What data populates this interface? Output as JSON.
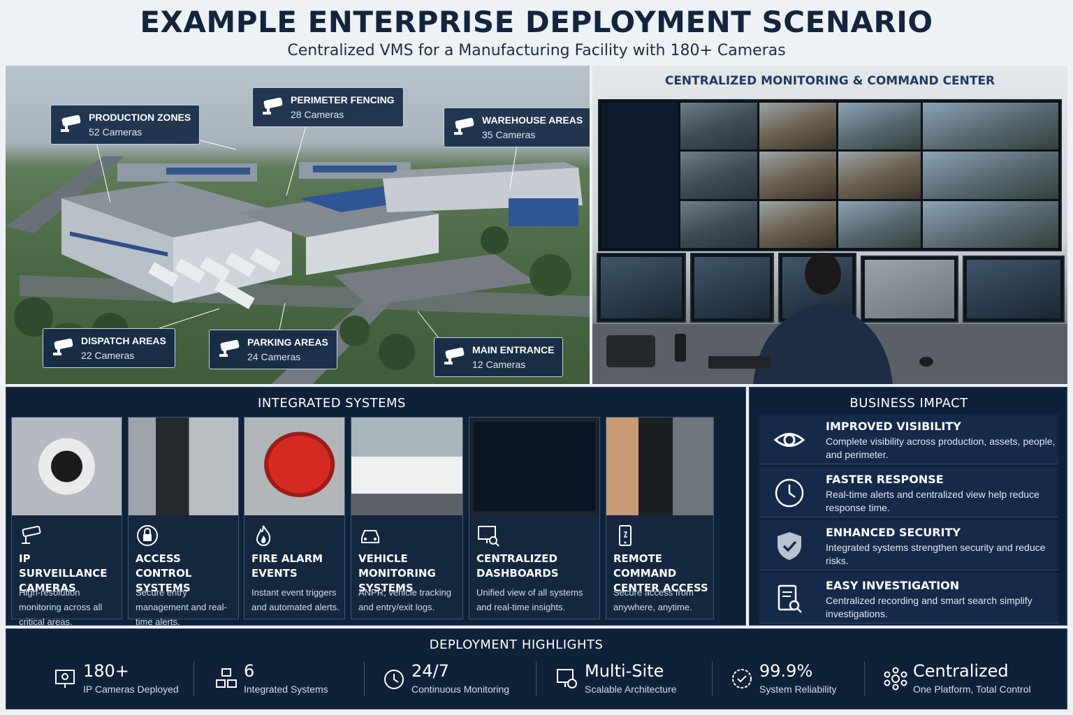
{
  "header": {
    "title": "EXAMPLE ENTERPRISE DEPLOYMENT SCENARIO",
    "subtitle": "Centralized VMS for a Manufacturing Facility with 180+ Cameras"
  },
  "aerial": {
    "callouts": [
      {
        "title": "PRODUCTION ZONES",
        "count": "52 Cameras"
      },
      {
        "title": "PERIMETER FENCING",
        "count": "28 Cameras"
      },
      {
        "title": "WAREHOUSE AREAS",
        "count": "35 Cameras"
      },
      {
        "title": "DISPATCH AREAS",
        "count": "22 Cameras"
      },
      {
        "title": "PARKING AREAS",
        "count": "24 Cameras"
      },
      {
        "title": "MAIN ENTRANCE",
        "count": "12 Cameras"
      }
    ]
  },
  "command_center": {
    "title": "CENTRALIZED MONITORING & COMMAND CENTER"
  },
  "integrated": {
    "title": "INTEGRATED SYSTEMS",
    "cards": [
      {
        "icon": "cctv-icon",
        "title": "IP SURVEILLANCE CAMERAS",
        "desc": "High-resolution monitoring across all critical areas."
      },
      {
        "icon": "lock-icon",
        "title": "ACCESS CONTROL SYSTEMS",
        "desc": "Secure entry management and real-time alerts."
      },
      {
        "icon": "flame-icon",
        "title": "FIRE ALARM EVENTS",
        "desc": "Instant event triggers and automated alerts."
      },
      {
        "icon": "car-icon",
        "title": "VEHICLE MONITORING SYSTEMS",
        "desc": "ANPR, vehicle tracking and entry/exit logs."
      },
      {
        "icon": "monitor-search-icon",
        "title": "CENTRALIZED DASHBOARDS",
        "desc": "Unified view of all systems and real-time insights."
      },
      {
        "icon": "smartphone-icon",
        "title": "REMOTE COMMAND CENTER ACCESS",
        "desc": "Secure access from anywhere, anytime."
      }
    ]
  },
  "business": {
    "title": "BUSINESS IMPACT",
    "items": [
      {
        "icon": "eye-icon",
        "title": "IMPROVED VISIBILITY",
        "desc": "Complete visibility across production, assets, people, and perimeter."
      },
      {
        "icon": "clock-icon",
        "title": "FASTER RESPONSE",
        "desc": "Real-time alerts and centralized view help reduce response time."
      },
      {
        "icon": "shield-check-icon",
        "title": "ENHANCED SECURITY",
        "desc": "Integrated systems strengthen security and reduce risks."
      },
      {
        "icon": "document-search-icon",
        "title": "EASY INVESTIGATION",
        "desc": "Centralized recording and smart search simplify investigations."
      }
    ]
  },
  "deployment": {
    "title": "DEPLOYMENT HIGHLIGHTS",
    "stats": [
      {
        "icon": "camera-monitor-icon",
        "value": "180+",
        "label": "IP Cameras Deployed"
      },
      {
        "icon": "network-cubes-icon",
        "value": "6",
        "label": "Integrated Systems"
      },
      {
        "icon": "timer-icon",
        "value": "24/7",
        "label": "Continuous Monitoring"
      },
      {
        "icon": "multisite-icon",
        "value": "Multi-Site",
        "label": "Scalable Architecture"
      },
      {
        "icon": "check-badge-icon",
        "value": "99.9%",
        "label": "System Reliability"
      },
      {
        "icon": "hub-icon",
        "value": "Centralized",
        "label": "One Platform, Total Control"
      }
    ]
  }
}
